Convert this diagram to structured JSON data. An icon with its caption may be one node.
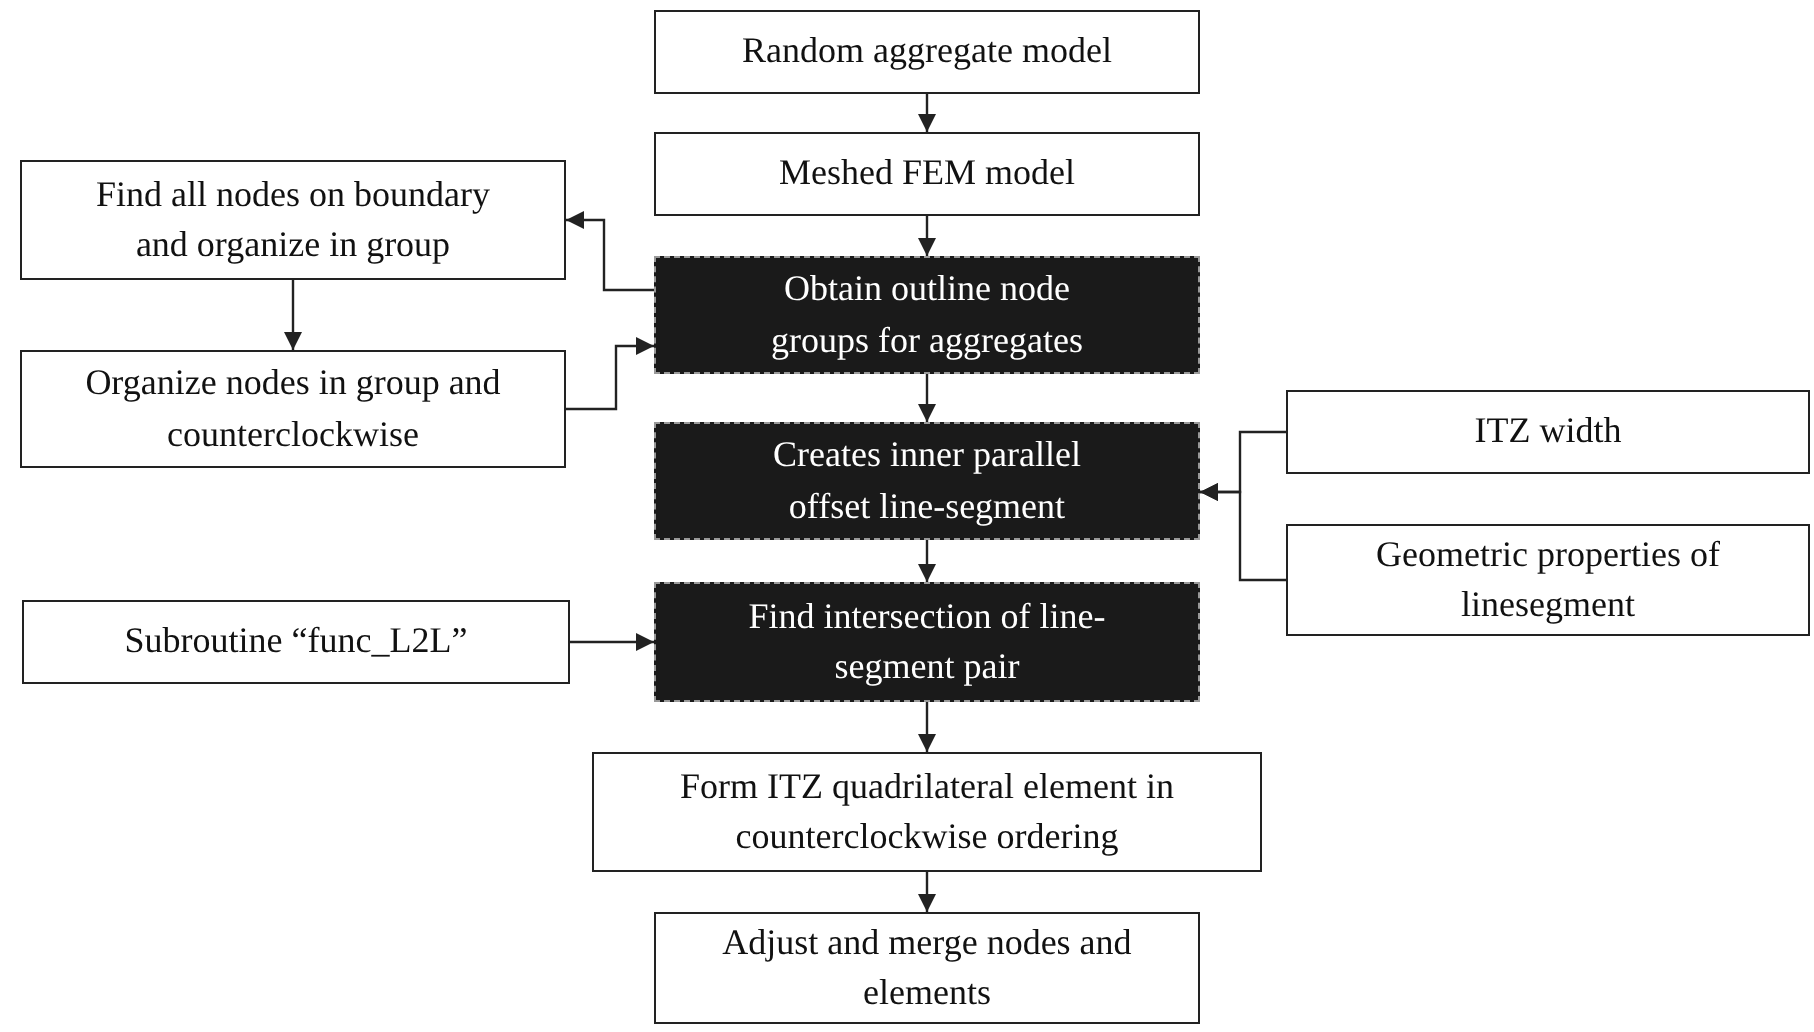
{
  "diagram": {
    "nodes": [
      {
        "text": [
          "Random aggregate model"
        ]
      },
      {
        "text": [
          "Meshed FEM model"
        ]
      },
      {
        "text": [
          "Find all nodes on boundary and organize in group"
        ]
      },
      {
        "text": [
          "Obtain outline node groups for aggregates"
        ]
      },
      {
        "text": [
          "Organize nodes in group and counterclockwise"
        ]
      },
      {
        "text": [
          "Creates inner parallel offset line-segment"
        ]
      },
      {
        "text": [
          "ITZ width"
        ]
      },
      {
        "text": [
          "Geometric properties of linesegment"
        ]
      },
      {
        "text": [
          "Subroutine “func_L2L”"
        ]
      },
      {
        "text": [
          "Find intersection of line-segment pair"
        ]
      },
      {
        "text": [
          "Form ITZ quadrilateral element in counterclockwise ordering"
        ]
      },
      {
        "text": [
          "Adjust and merge nodes and elements"
        ]
      }
    ],
    "edges": [
      {
        "from": 0,
        "to": 1,
        "arrow": "to"
      },
      {
        "from": 1,
        "to": 3,
        "arrow": "to"
      },
      {
        "from": 3,
        "to": 2,
        "arrow": "to"
      },
      {
        "from": 2,
        "to": 4,
        "arrow": "to"
      },
      {
        "from": 4,
        "to": 3,
        "arrow": "to"
      },
      {
        "from": 3,
        "to": 5,
        "arrow": "to"
      },
      {
        "from": 6,
        "to": 5,
        "arrow": "to"
      },
      {
        "from": 7,
        "to": 5,
        "arrow": "to"
      },
      {
        "from": 8,
        "to": 9,
        "arrow": "to"
      },
      {
        "from": 5,
        "to": 9,
        "arrow": "to"
      },
      {
        "from": 9,
        "to": 10,
        "arrow": "to"
      },
      {
        "from": 10,
        "to": 11,
        "arrow": "to"
      }
    ]
  }
}
